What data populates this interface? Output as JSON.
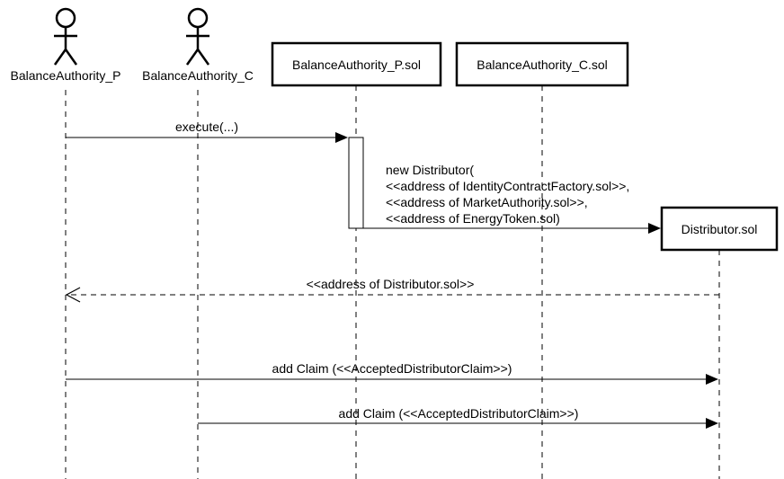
{
  "actors": [
    {
      "id": "bap",
      "label": "BalanceAuthority_P"
    },
    {
      "id": "bac",
      "label": "BalanceAuthority_C"
    }
  ],
  "objects": [
    {
      "id": "bapsol",
      "label": "BalanceAuthority_P.sol"
    },
    {
      "id": "bacsol",
      "label": "BalanceAuthority_C.sol"
    },
    {
      "id": "dist",
      "label": "Distributor.sol"
    }
  ],
  "messages": [
    {
      "from": "bap",
      "to": "bapsol",
      "style": "solid",
      "lines": [
        "execute(...)"
      ]
    },
    {
      "from": "bapsol",
      "to": "dist",
      "style": "solid",
      "creates": true,
      "lines": [
        "new Distributor(",
        "<<address of IdentityContractFactory.sol>>,",
        "<<address of MarketAuthority.sol>>,",
        "<<address of EnergyToken.sol)"
      ]
    },
    {
      "from": "dist",
      "to": "bap",
      "style": "dashed",
      "lines": [
        "<<address of Distributor.sol>>"
      ]
    },
    {
      "from": "bap",
      "to": "dist",
      "style": "solid",
      "lines": [
        "add Claim (<<AcceptedDistributorClaim>>)"
      ]
    },
    {
      "from": "bac",
      "to": "dist",
      "style": "solid",
      "lines": [
        "add Claim (<<AcceptedDistributorClaim>>)"
      ]
    }
  ]
}
